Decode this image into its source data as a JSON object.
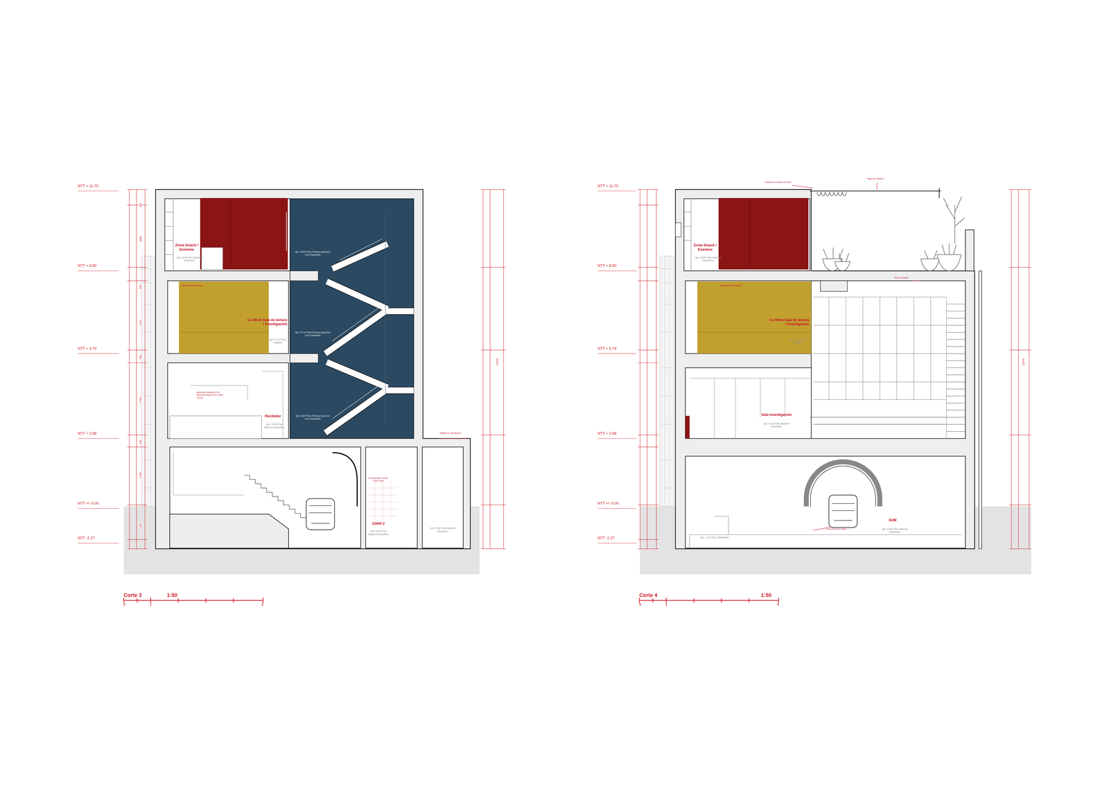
{
  "diagram": {
    "nodes": [
      {
        "text": [
          "Zona Snack / Eventos",
          "npt +8.80 Piso Marmol travertino"
        ]
      },
      {
        "text": [
          "npt +8.80 Piso Pintura epoxica Azul Satinado",
          "npt +5.74 Piso Pintura epoxica Azul Satinado",
          "npt 2.68 Piso Pintura epoxica Azul Satinado"
        ]
      },
      {
        "text": [
          "Viga falsa de Drywall",
          "Co-Work Sala de lectura / Investigación",
          "npt +5.74 Piso madera"
        ]
      },
      {
        "text": [
          "Baranda metálica 2\"x1\" Retroiluminada Con vidrio 10mm",
          "Recibidor",
          "npt +2.68 Piso Marmol travertino"
        ]
      },
      {
        "text": [
          "Porcelanato 10x10 Color Rojo",
          "SSHH 2",
          "npt -0.50 Piso Marmol travertino"
        ]
      },
      {
        "text": [
          "npt -0.50 Piso Marmol travertino"
        ]
      },
      {
        "text": [
          "Zona Snack / Eventos",
          "npt +8.80 Piso Marmol travertino"
        ]
      },
      {
        "text": [
          "Viga falsa de Drywall",
          "Co-Work Sala de lectura / Investigación",
          "npt +5.74 Piso madera"
        ]
      },
      {
        "text": [
          "Sala investigación",
          "npt +2.68 Piso Marmol travertino"
        ]
      },
      {
        "text": [
          "npt -1.27 Piso Sillimanite",
          "Estructura de metal",
          "SUM",
          "npt -0.50 Piso Marmol travertino"
        ]
      }
    ],
    "labels": [
      "NTT + 11.70",
      "NTT + 8.80",
      "NTT + 5.74",
      "NTT + 2.68",
      "NTT +/- 0.00",
      "NTT -1.27",
      "400",
      "2000",
      "490",
      "2181",
      "330",
      "2730",
      "290",
      "2290",
      "1260",
      "12070",
      "Rejilla de Ventilación",
      "NTT + 11.70",
      "NTT + 8.80",
      "NTT + 5.74",
      "NTT + 2.68",
      "NTT +/- 0.00",
      "NTT -1.27",
      "sistema corredizo de tela",
      "Viga de madera",
      "Techo Drywall",
      "12070",
      "Corte 3",
      "1:50",
      "0",
      "1",
      "5",
      "Corte 4",
      "1:50",
      "0",
      "1",
      "5"
    ]
  }
}
